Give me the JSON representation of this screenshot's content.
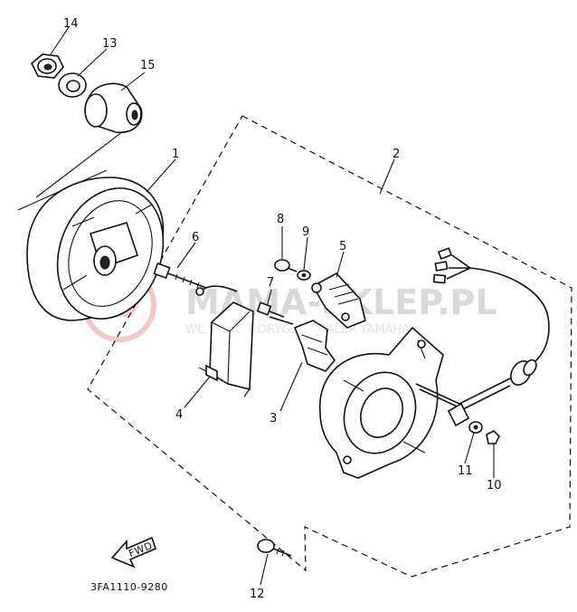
{
  "diagram": {
    "part_labels": [
      "14",
      "13",
      "15",
      "1",
      "2",
      "6",
      "8",
      "9",
      "5",
      "7",
      "4",
      "3",
      "11",
      "10",
      "12"
    ],
    "drawing_code": "3FA1110-9280",
    "fwd_label": "FWD",
    "watermark": {
      "main": "MAMA-SKLEP.PL",
      "sub": "WŁ.     CZĘŚCI ORYG.  Z   DEALER YAMAHA"
    }
  }
}
